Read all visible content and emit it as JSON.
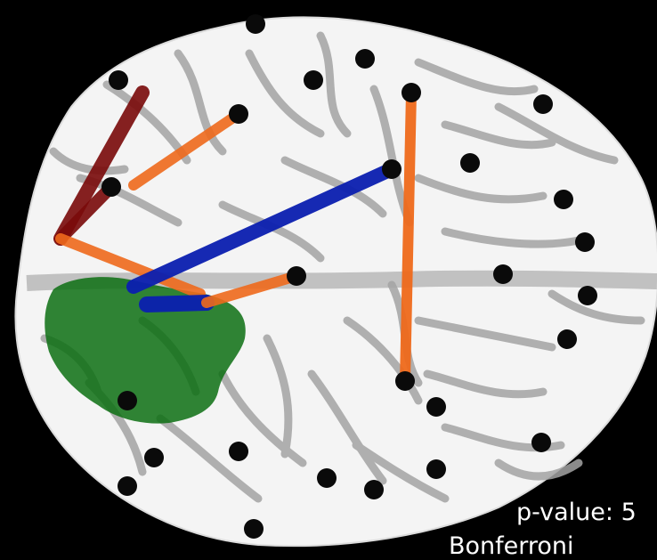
{
  "captions": {
    "p_value": "p-value: 5",
    "correction": "Bonferroni"
  },
  "colors": {
    "background": "#000000",
    "brain_surface": "#f4f4f4",
    "sulci": "#9e9e9e",
    "electrode": "#0a0a0a",
    "connection_strong": "#7a0a0a",
    "connection_medium": "#ef6a1c",
    "connection_blue": "#0b1fb0",
    "region_overlay": "#0c6e12"
  },
  "icons": [
    "electrode-dot"
  ]
}
